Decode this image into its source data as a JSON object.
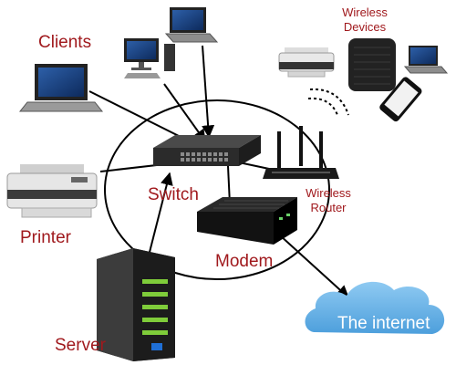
{
  "labels": {
    "clients": "Clients",
    "wireless_devices_line1": "Wireless",
    "wireless_devices_line2": "Devices",
    "printer": "Printer",
    "switch": "Switch",
    "wireless_router_line1": "Wireless",
    "wireless_router_line2": "Router",
    "modem": "Modem",
    "server": "Server",
    "internet": "The internet"
  },
  "colors": {
    "label_text": "#a0191d",
    "cloud_fill": "#6fb8ea",
    "cloud_text": "#ffffff",
    "line": "#000000"
  },
  "devices": {
    "clients": [
      "laptop",
      "desktop-computer",
      "laptop"
    ],
    "wireless_devices": [
      "printer",
      "wireless-speaker",
      "laptop",
      "smartphone"
    ]
  }
}
